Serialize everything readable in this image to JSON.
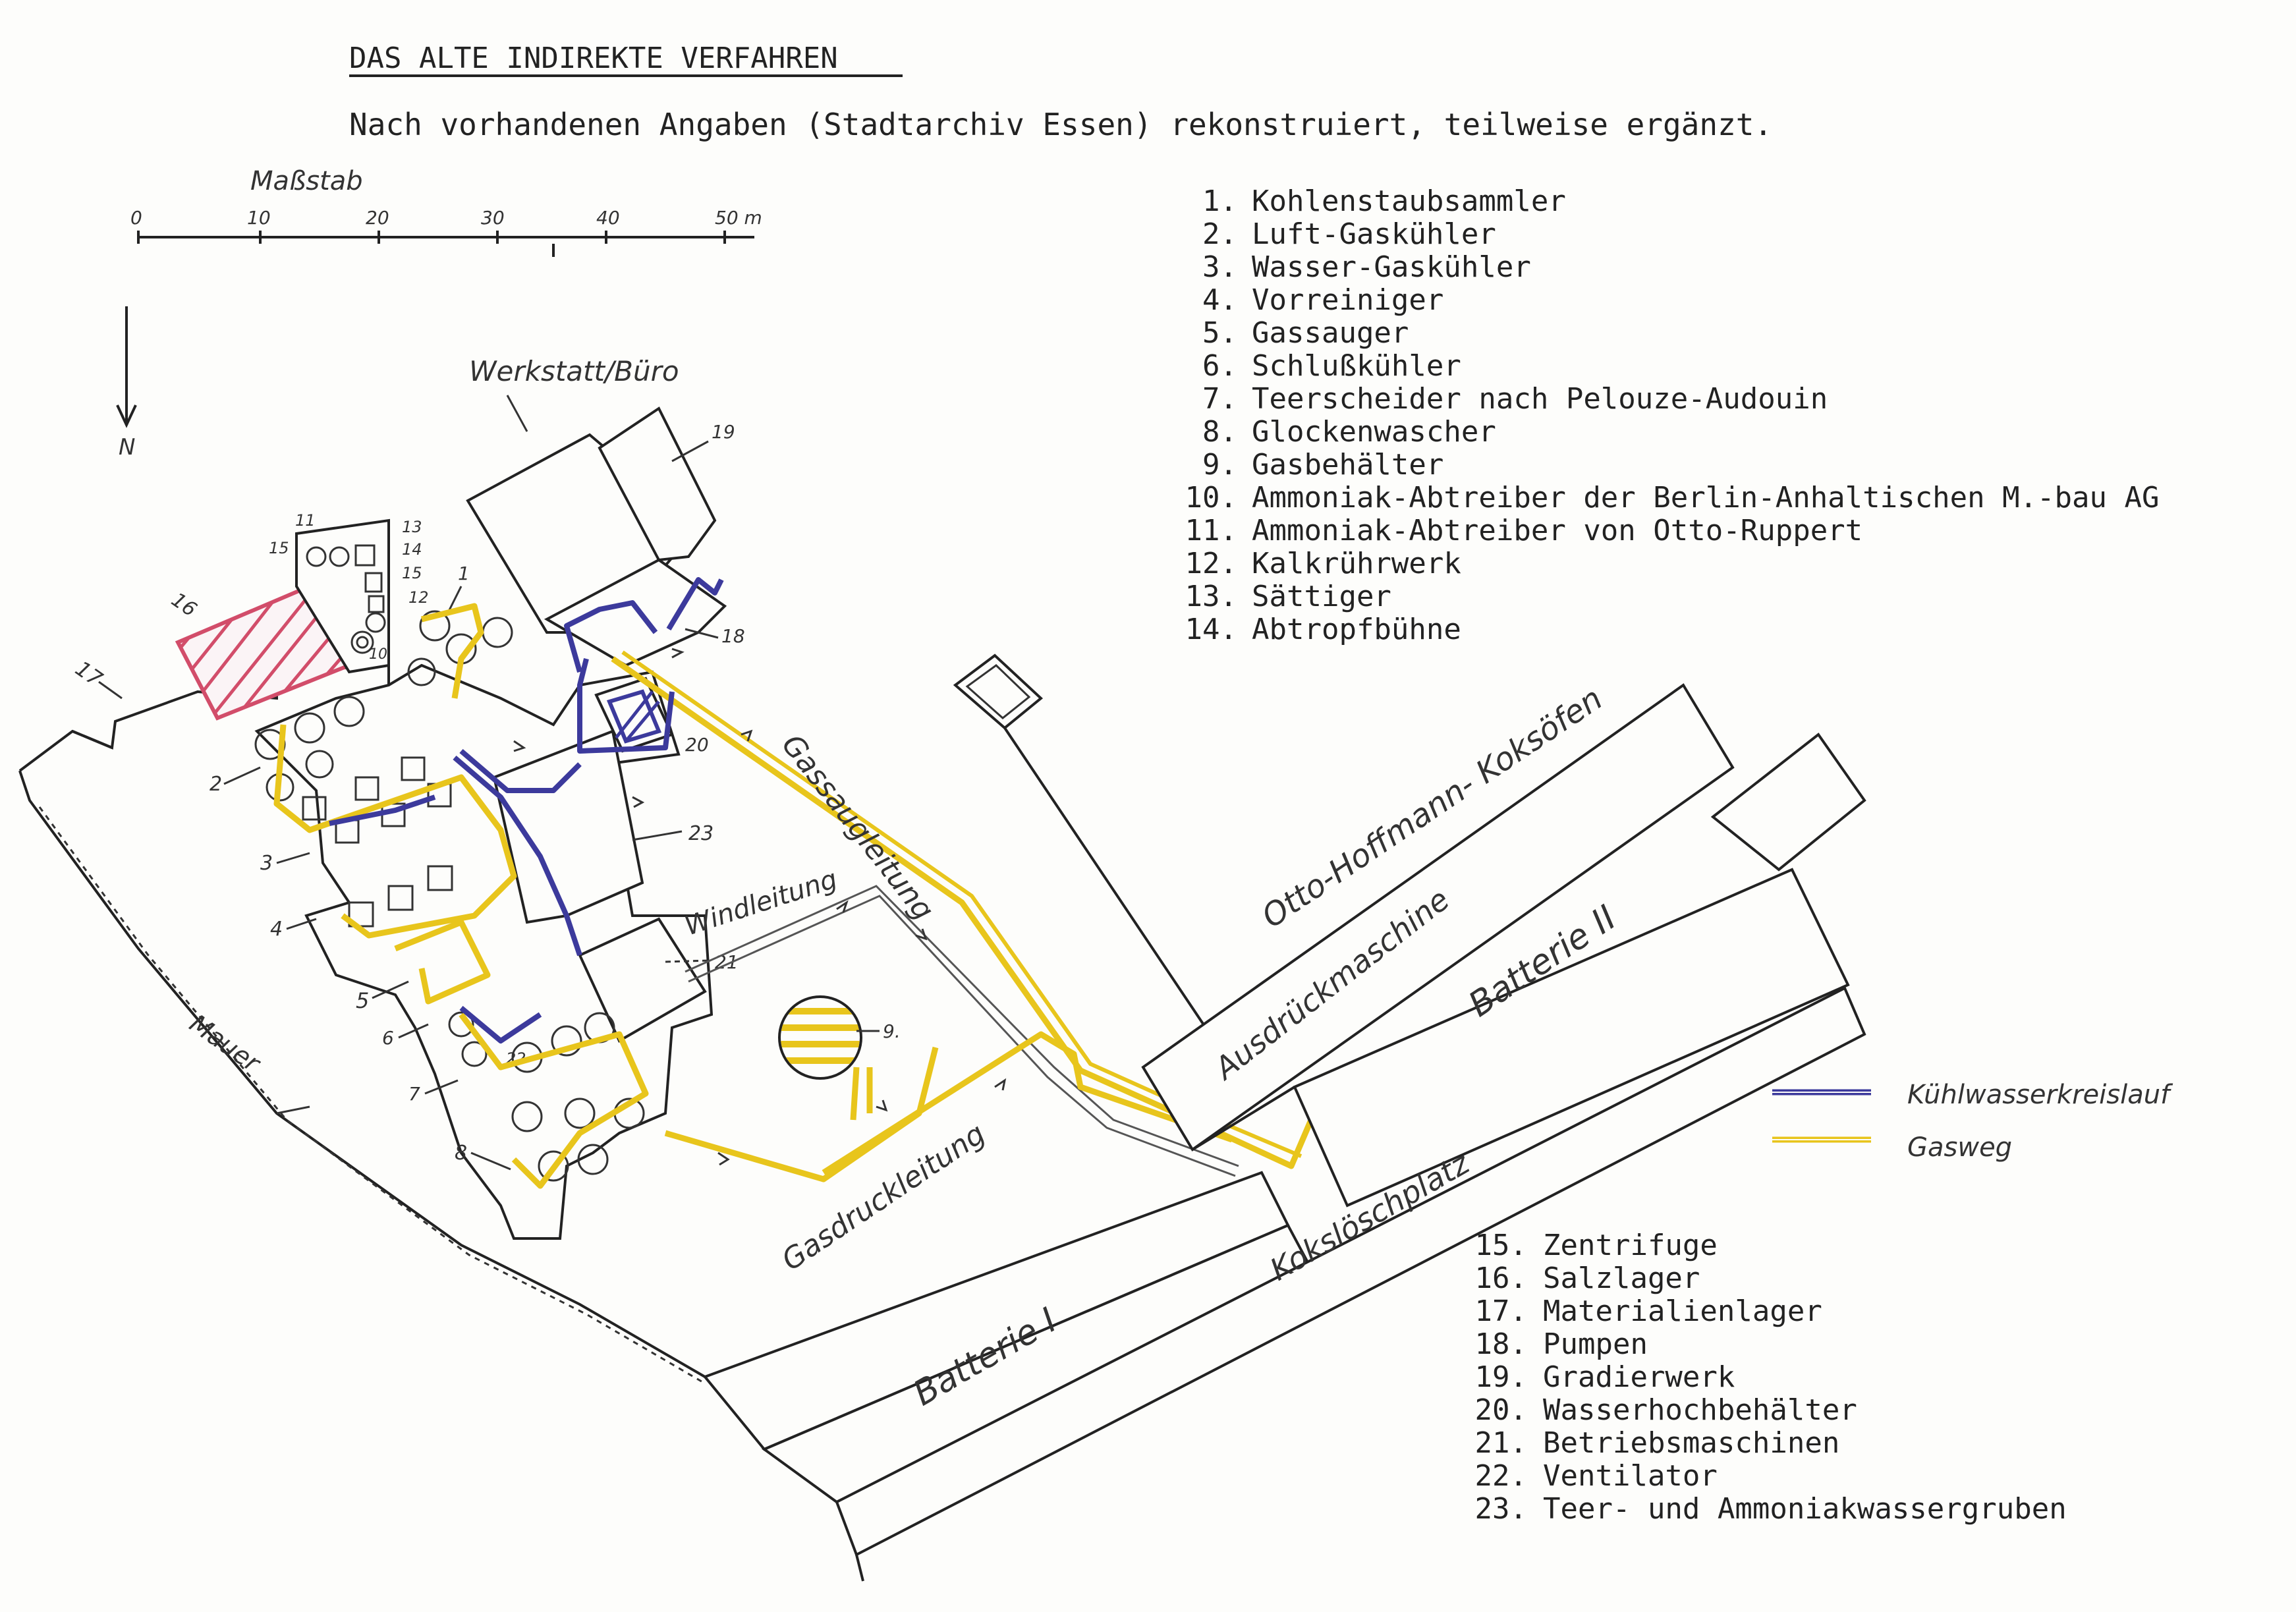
{
  "title": "DAS ALTE INDIREKTE VERFAHREN",
  "subtitle": "Nach vorhandenen Angaben (Stadtarchiv Essen) rekonstruiert, teilweise ergänzt.",
  "scale": {
    "label": "Maßstab",
    "ticks": [
      "0",
      "10",
      "20",
      "30",
      "40",
      "50 m"
    ]
  },
  "north": "N",
  "legend_top": [
    {
      "num": "1.",
      "text": "Kohlenstaubsammler"
    },
    {
      "num": "2.",
      "text": "Luft-Gaskühler"
    },
    {
      "num": "3.",
      "text": "Wasser-Gaskühler"
    },
    {
      "num": "4.",
      "text": "Vorreiniger"
    },
    {
      "num": "5.",
      "text": "Gassauger"
    },
    {
      "num": "6.",
      "text": "Schlußkühler"
    },
    {
      "num": "7.",
      "text": "Teerscheider nach Pelouze-Audouin"
    },
    {
      "num": "8.",
      "text": "Glockenwascher"
    },
    {
      "num": "9.",
      "text": "Gasbehälter"
    },
    {
      "num": "10.",
      "text": "Ammoniak-Abtreiber der Berlin-Anhaltischen M.-bau AG"
    },
    {
      "num": "11.",
      "text": "Ammoniak-Abtreiber von Otto-Ruppert"
    },
    {
      "num": "12.",
      "text": "Kalkrührwerk"
    },
    {
      "num": "13.",
      "text": "Sättiger"
    },
    {
      "num": "14.",
      "text": "Abtropfbühne"
    }
  ],
  "legend_bottom": [
    {
      "num": "15.",
      "text": "Zentrifuge"
    },
    {
      "num": "16.",
      "text": "Salzlager"
    },
    {
      "num": "17.",
      "text": "Materialienlager"
    },
    {
      "num": "18.",
      "text": "Pumpen"
    },
    {
      "num": "19.",
      "text": "Gradierwerk"
    },
    {
      "num": "20.",
      "text": "Wasserhochbehälter"
    },
    {
      "num": "21.",
      "text": "Betriebsmaschinen"
    },
    {
      "num": "22.",
      "text": "Ventilator"
    },
    {
      "num": "23.",
      "text": "Teer- und Ammoniakwassergruben"
    }
  ],
  "line_legend": {
    "cooling": "Kühlwasserkreislauf",
    "gas": "Gasweg"
  },
  "colors": {
    "cooling": "#3c3a9c",
    "gas": "#e8c51c",
    "salt_hatch": "#d24d6a"
  },
  "labels": {
    "werkstatt": "Werkstatt/Büro",
    "gassaugleitung": "Gassaugleitung",
    "windleitung": "Windleitung",
    "gasdruckleitung": "Gasdruckleitung",
    "otto_hoffmann": "Otto-Hoffmann- Koksöfen",
    "ausdrueckmaschine": "Ausdrückmaschine",
    "batterie_2": "Batterie II",
    "batterie_1": "Batterie I",
    "koksloeschplatz": "Kokslöschplatz",
    "mauer": "Mauer"
  },
  "plan_numbers": [
    "1",
    "2",
    "3",
    "4",
    "5",
    "6",
    "7",
    "8",
    "9.",
    "10",
    "11",
    "12",
    "13",
    "14",
    "15",
    "16",
    "17",
    "18",
    "19",
    "20",
    "21",
    "22",
    "23"
  ]
}
